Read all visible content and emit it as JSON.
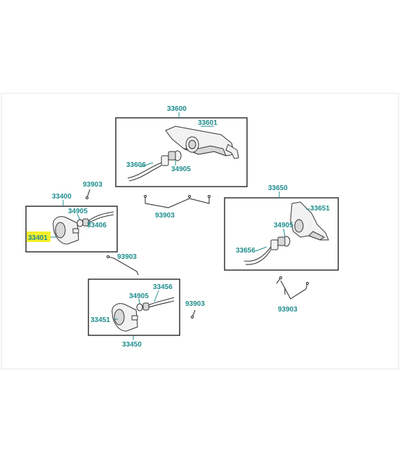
{
  "diagram": {
    "callouts": {
      "a33600": "33600",
      "a33601": "33601",
      "a33606": "33606",
      "a34905_top": "34905",
      "a93903_a": "93903",
      "a93903_b": "93903",
      "a33400": "33400",
      "a34905_left": "34905",
      "a33406": "33406",
      "a33401": "33401",
      "a93903_c": "93903",
      "a33650": "33650",
      "a33651": "33651",
      "a34905_right": "34905",
      "a33656": "33656",
      "a93903_d": "93903",
      "a34905_bottom": "34905",
      "a33456": "33456",
      "a93903_e": "93903",
      "a33451": "33451",
      "a33450": "33450"
    },
    "highlighted_part": "33401",
    "colors": {
      "label": "#1f8c8c",
      "highlight": "#f4ef2a",
      "outline": "#111111"
    }
  }
}
